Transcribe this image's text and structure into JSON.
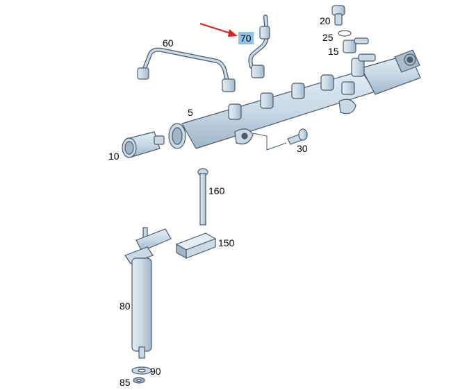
{
  "diagram": {
    "callouts": [
      {
        "id": "c60",
        "label": "60"
      },
      {
        "id": "c70",
        "label": "70",
        "highlighted": true
      },
      {
        "id": "c20",
        "label": "20"
      },
      {
        "id": "c25",
        "label": "25"
      },
      {
        "id": "c15",
        "label": "15"
      },
      {
        "id": "c5",
        "label": "5"
      },
      {
        "id": "c10",
        "label": "10"
      },
      {
        "id": "c30",
        "label": "30"
      },
      {
        "id": "c160",
        "label": "160"
      },
      {
        "id": "c150",
        "label": "150"
      },
      {
        "id": "c80",
        "label": "80"
      },
      {
        "id": "c90",
        "label": "90"
      },
      {
        "id": "c85",
        "label": "85"
      }
    ],
    "colors": {
      "part_fill": "#c9d9e6",
      "part_shade": "#9fb6c8",
      "part_stroke": "#4a5a68",
      "highlight": "#8fc3e6",
      "arrow": "#e0201b",
      "text": "#000000"
    }
  }
}
